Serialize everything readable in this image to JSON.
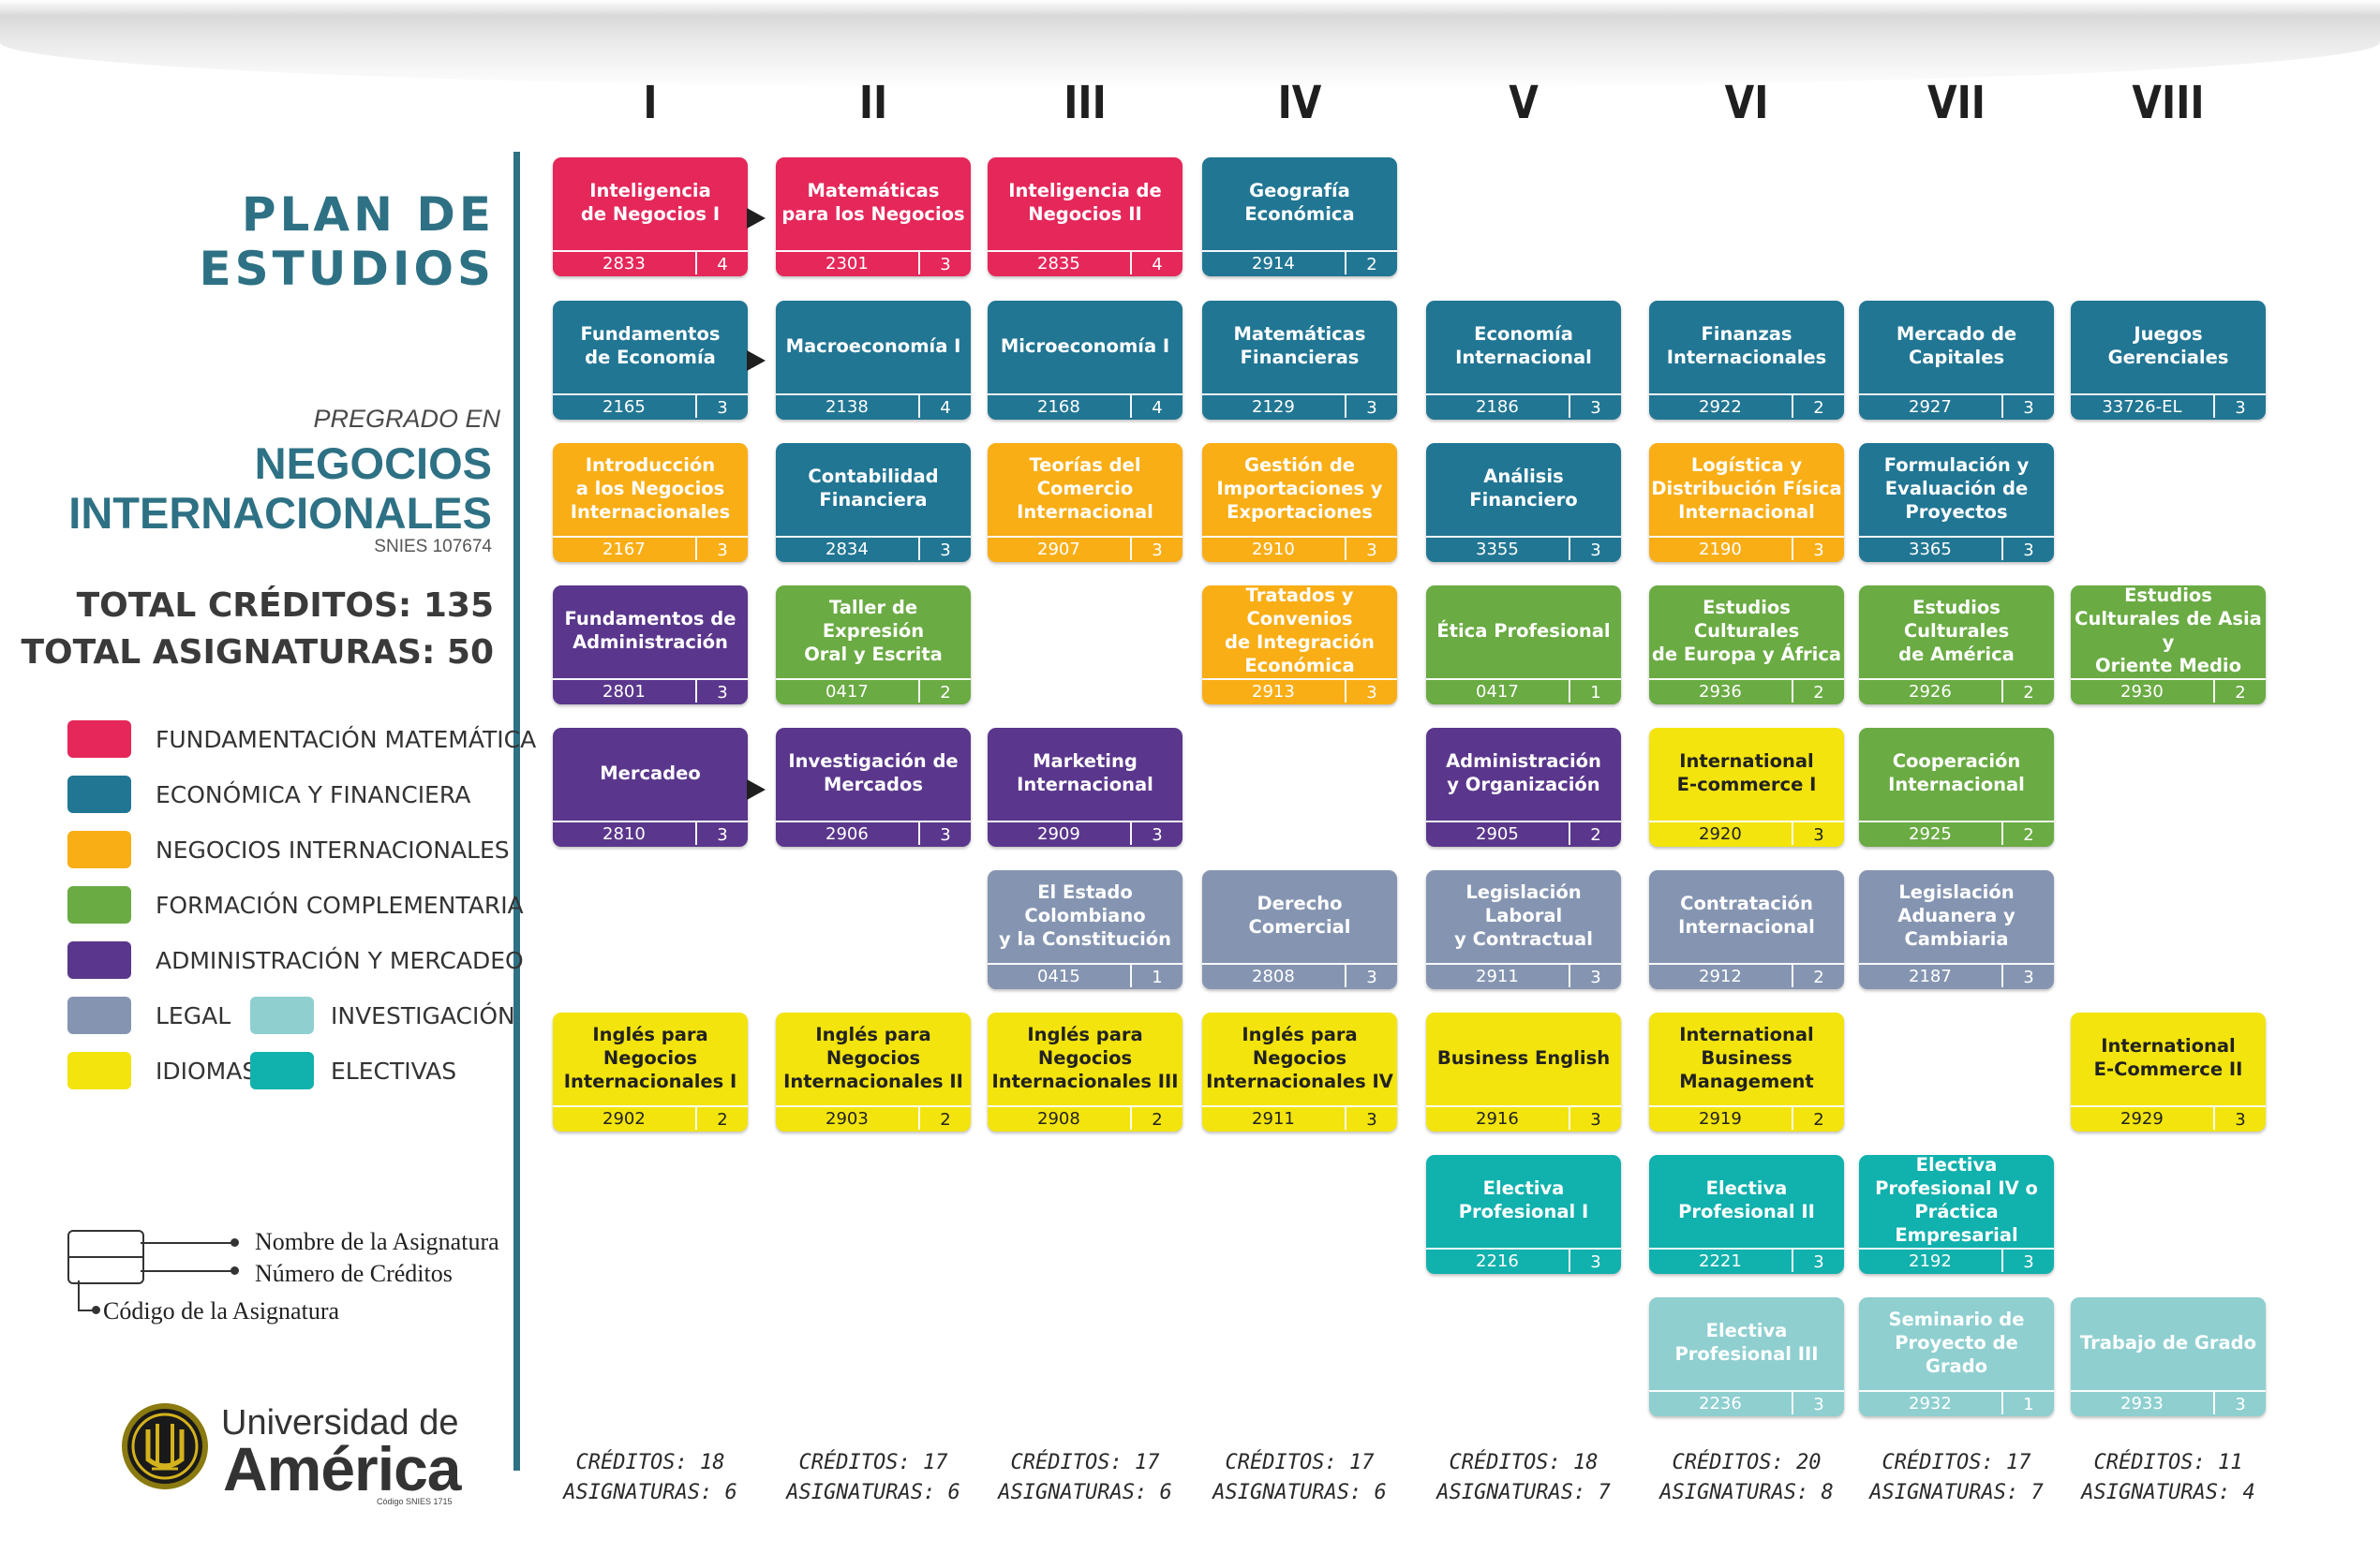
{
  "header": {
    "title": "PLAN DE\nESTUDIOS",
    "pregrado": "PREGRADO EN",
    "program": "NEGOCIOS\nINTERNACIONALES",
    "snies": "SNIES 107674",
    "total_creditos": "TOTAL CRÉDITOS: 135",
    "total_asignaturas": "TOTAL ASIGNATURAS: 50"
  },
  "semesters": [
    "I",
    "II",
    "III",
    "IV",
    "V",
    "VI",
    "VII",
    "VIII"
  ],
  "colors": {
    "fundamentacion": "#e5275a",
    "economica": "#217693",
    "negocios": "#f9ae16",
    "formacion": "#6aab43",
    "administracion": "#5a378c",
    "legal": "#8595b1",
    "investigacion": "#8fcfd0",
    "idiomas": "#f3e40d",
    "electivas": "#11b1ad"
  },
  "legend": [
    {
      "label": "FUNDAMENTACIÓN MATEMÁTICA",
      "color": "#e5275a"
    },
    {
      "label": "ECONÓMICA Y FINANCIERA",
      "color": "#217693"
    },
    {
      "label": "NEGOCIOS INTERNACIONALES",
      "color": "#f9ae16"
    },
    {
      "label": "FORMACIÓN COMPLEMENTARIA",
      "color": "#6aab43"
    },
    {
      "label": "ADMINISTRACIÓN Y MERCADEO",
      "color": "#5a378c"
    },
    {
      "label": "LEGAL",
      "color": "#8595b1"
    },
    {
      "label": "INVESTIGACIÓN",
      "color": "#8fcfd0"
    },
    {
      "label": "IDIOMAS",
      "color": "#f3e40d"
    },
    {
      "label": "ELECTIVAS",
      "color": "#11b1ad"
    }
  ],
  "key": {
    "nombre": "Nombre de la Asignatura",
    "creditos": "Número de Créditos",
    "codigo": "Código de la Asignatura"
  },
  "logo": {
    "line1": "Universidad de",
    "line2": "América",
    "line3": "Código SNIES 1715"
  },
  "courses": {
    "I": [
      {
        "name": "Inteligencia\nde Negocios I",
        "code": "2833",
        "credits": "4",
        "area": "fundamentacion"
      },
      {
        "name": "Fundamentos\nde Economía",
        "code": "2165",
        "credits": "3",
        "area": "economica"
      },
      {
        "name": "Introducción\na los Negocios\nInternacionales",
        "code": "2167",
        "credits": "3",
        "area": "negocios"
      },
      {
        "name": "Fundamentos de\nAdministración",
        "code": "2801",
        "credits": "3",
        "area": "administracion"
      },
      {
        "name": "Mercadeo",
        "code": "2810",
        "credits": "3",
        "area": "administracion"
      },
      null,
      {
        "name": "Inglés para Negocios\nInternacionales I",
        "code": "2902",
        "credits": "2",
        "area": "idiomas"
      }
    ],
    "II": [
      {
        "name": "Matemáticas\npara los Negocios",
        "code": "2301",
        "credits": "3",
        "area": "fundamentacion"
      },
      {
        "name": "Macroeconomía I",
        "code": "2138",
        "credits": "4",
        "area": "economica"
      },
      {
        "name": "Contabilidad\nFinanciera",
        "code": "2834",
        "credits": "3",
        "area": "economica"
      },
      {
        "name": "Taller de Expresión\nOral y Escrita",
        "code": "0417",
        "credits": "2",
        "area": "formacion"
      },
      {
        "name": "Investigación de\nMercados",
        "code": "2906",
        "credits": "3",
        "area": "administracion"
      },
      null,
      {
        "name": "Inglés para Negocios\nInternacionales II",
        "code": "2903",
        "credits": "2",
        "area": "idiomas"
      }
    ],
    "III": [
      {
        "name": "Inteligencia de\nNegocios II",
        "code": "2835",
        "credits": "4",
        "area": "fundamentacion"
      },
      {
        "name": "Microeconomía I",
        "code": "2168",
        "credits": "4",
        "area": "economica"
      },
      {
        "name": "Teorías del Comercio\nInternacional",
        "code": "2907",
        "credits": "3",
        "area": "negocios"
      },
      null,
      {
        "name": "Marketing\nInternacional",
        "code": "2909",
        "credits": "3",
        "area": "administracion"
      },
      {
        "name": "El Estado Colombiano\ny la Constitución",
        "code": "0415",
        "credits": "1",
        "area": "legal"
      },
      {
        "name": "Inglés para Negocios\nInternacionales III",
        "code": "2908",
        "credits": "2",
        "area": "idiomas"
      }
    ],
    "IV": [
      {
        "name": "Geografía\nEconómica",
        "code": "2914",
        "credits": "2",
        "area": "economica"
      },
      {
        "name": "Matemáticas\nFinancieras",
        "code": "2129",
        "credits": "3",
        "area": "economica"
      },
      {
        "name": "Gestión de\nImportaciones y\nExportaciones",
        "code": "2910",
        "credits": "3",
        "area": "negocios"
      },
      {
        "name": "Tratados y Convenios\nde Integración\nEconómica",
        "code": "2913",
        "credits": "3",
        "area": "negocios"
      },
      null,
      {
        "name": "Derecho Comercial",
        "code": "2808",
        "credits": "3",
        "area": "legal"
      },
      {
        "name": "Inglés para Negocios\nInternacionales IV",
        "code": "2911",
        "credits": "3",
        "area": "idiomas"
      }
    ],
    "V": [
      null,
      {
        "name": "Economía\nInternacional",
        "code": "2186",
        "credits": "3",
        "area": "economica"
      },
      {
        "name": "Análisis Financiero",
        "code": "3355",
        "credits": "3",
        "area": "economica"
      },
      {
        "name": "Ética Profesional",
        "code": "0417",
        "credits": "1",
        "area": "formacion"
      },
      {
        "name": "Administración\ny Organización",
        "code": "2905",
        "credits": "2",
        "area": "administracion"
      },
      {
        "name": "Legislación Laboral\ny Contractual",
        "code": "2911",
        "credits": "3",
        "area": "legal"
      },
      {
        "name": "Business English",
        "code": "2916",
        "credits": "3",
        "area": "idiomas"
      },
      {
        "name": "Electiva Profesional I",
        "code": "2216",
        "credits": "3",
        "area": "electivas"
      }
    ],
    "VI": [
      null,
      {
        "name": "Finanzas\nInternacionales",
        "code": "2922",
        "credits": "2",
        "area": "economica"
      },
      {
        "name": "Logística y\nDistribución Física\nInternacional",
        "code": "2190",
        "credits": "3",
        "area": "negocios"
      },
      {
        "name": "Estudios Culturales\nde Europa y África",
        "code": "2936",
        "credits": "2",
        "area": "formacion"
      },
      {
        "name": "International\nE-commerce I",
        "code": "2920",
        "credits": "3",
        "area": "idiomas"
      },
      {
        "name": "Contratación\nInternacional",
        "code": "2912",
        "credits": "2",
        "area": "legal"
      },
      {
        "name": "International\nBusiness\nManagement",
        "code": "2919",
        "credits": "2",
        "area": "idiomas"
      },
      {
        "name": "Electiva\nProfesional II",
        "code": "2221",
        "credits": "3",
        "area": "electivas"
      },
      {
        "name": "Electiva\nProfesional III",
        "code": "2236",
        "credits": "3",
        "area": "investigacion"
      }
    ],
    "VII": [
      null,
      {
        "name": "Mercado de\nCapitales",
        "code": "2927",
        "credits": "3",
        "area": "economica"
      },
      {
        "name": "Formulación y\nEvaluación de\nProyectos",
        "code": "3365",
        "credits": "3",
        "area": "economica"
      },
      {
        "name": "Estudios Culturales\nde América",
        "code": "2926",
        "credits": "2",
        "area": "formacion"
      },
      {
        "name": "Cooperación\nInternacional",
        "code": "2925",
        "credits": "2",
        "area": "formacion"
      },
      {
        "name": "Legislación\nAduanera y\nCambiaria",
        "code": "2187",
        "credits": "3",
        "area": "legal"
      },
      null,
      {
        "name": "Electiva\nProfesional IV o\nPráctica Empresarial",
        "code": "2192",
        "credits": "3",
        "area": "electivas"
      },
      {
        "name": "Seminario de\nProyecto de Grado",
        "code": "2932",
        "credits": "1",
        "area": "investigacion"
      }
    ],
    "VIII": [
      null,
      {
        "name": "Juegos\nGerenciales",
        "code": "33726-EL",
        "credits": "3",
        "area": "economica"
      },
      null,
      {
        "name": "Estudios\nCulturales de Asia y\nOriente Medio",
        "code": "2930",
        "credits": "2",
        "area": "formacion"
      },
      null,
      null,
      {
        "name": "International\nE-Commerce II",
        "code": "2929",
        "credits": "3",
        "area": "idiomas"
      },
      null,
      {
        "name": "Trabajo de Grado",
        "code": "2933",
        "credits": "3",
        "area": "investigacion"
      }
    ]
  },
  "semester_totals": [
    {
      "creditos": "CRÉDITOS: 18",
      "asignaturas": "ASIGNATURAS: 6"
    },
    {
      "creditos": "CRÉDITOS: 17",
      "asignaturas": "ASIGNATURAS: 6"
    },
    {
      "creditos": "CRÉDITOS: 17",
      "asignaturas": "ASIGNATURAS: 6"
    },
    {
      "creditos": "CRÉDITOS: 17",
      "asignaturas": "ASIGNATURAS: 6"
    },
    {
      "creditos": "CRÉDITOS: 18",
      "asignaturas": "ASIGNATURAS: 7"
    },
    {
      "creditos": "CRÉDITOS: 20",
      "asignaturas": "ASIGNATURAS: 8"
    },
    {
      "creditos": "CRÉDITOS: 17",
      "asignaturas": "ASIGNATURAS: 7"
    },
    {
      "creditos": "CRÉDITOS: 11",
      "asignaturas": "ASIGNATURAS: 4"
    }
  ]
}
